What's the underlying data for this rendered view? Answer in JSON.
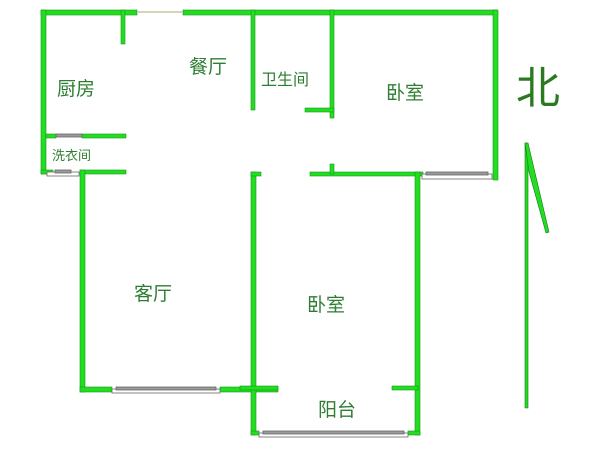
{
  "floor_plan": {
    "wall_color": "#22dd22",
    "wall_outline_color": "#158a15",
    "window_color": "#8c8c8c",
    "label_color": "#2e7d32",
    "rooms": [
      {
        "id": "kitchen",
        "label": "厨房"
      },
      {
        "id": "dining",
        "label": "餐厅"
      },
      {
        "id": "bathroom",
        "label": "卫生间"
      },
      {
        "id": "bedroom-north",
        "label": "卧室"
      },
      {
        "id": "laundry",
        "label": "洗衣间"
      },
      {
        "id": "living-room",
        "label": "客厅"
      },
      {
        "id": "bedroom-south",
        "label": "卧室"
      },
      {
        "id": "balcony",
        "label": "阳台"
      }
    ],
    "compass": {
      "label": "北",
      "direction": "north"
    }
  }
}
